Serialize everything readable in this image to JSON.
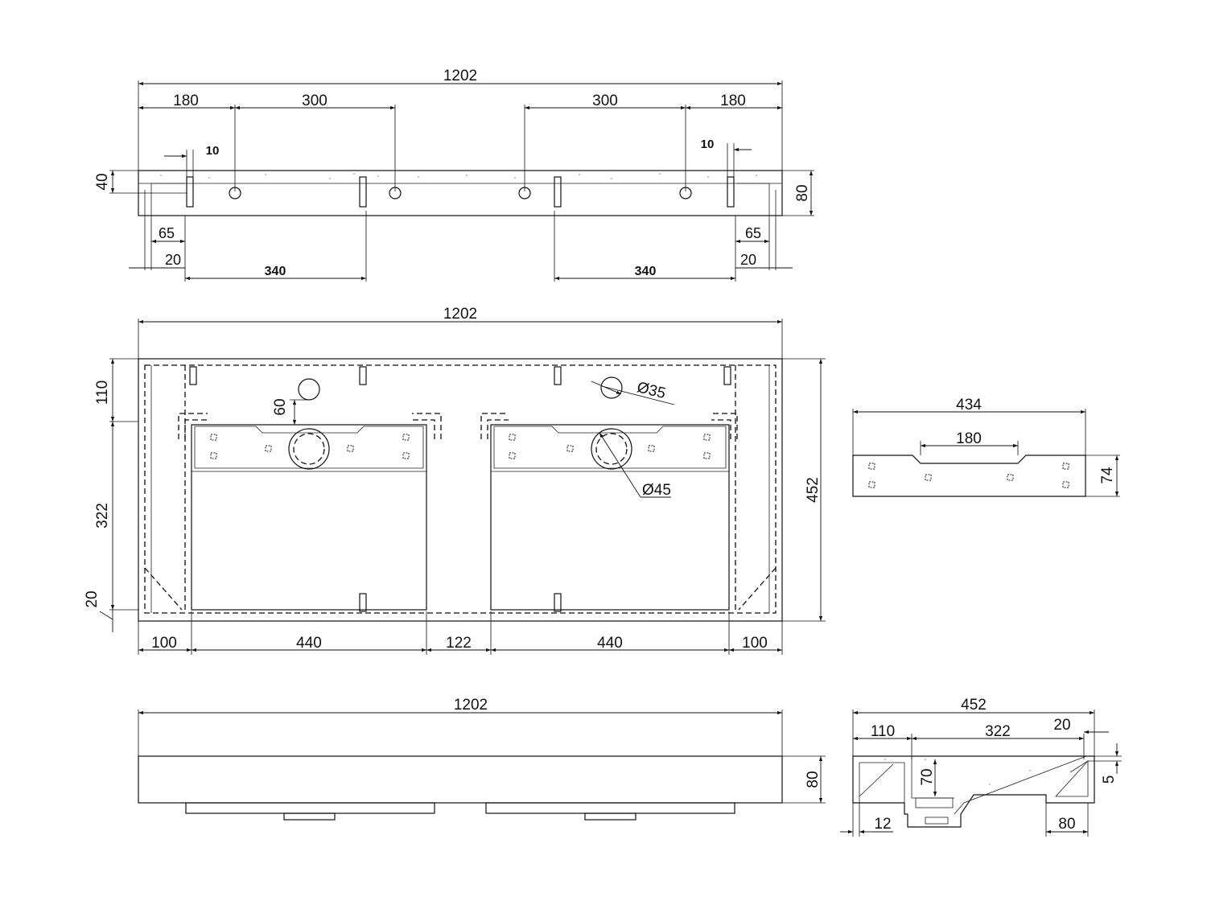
{
  "top_view": {
    "overall": "1202",
    "seg_180_left": "180",
    "seg_300_left": "300",
    "seg_300_right": "300",
    "seg_180_right": "180",
    "slot_left": "10",
    "slot_right": "10",
    "height_left": "40",
    "height_right": "80",
    "off65_left": "65",
    "off20_left": "20",
    "span340_left": "340",
    "off65_right": "65",
    "off20_right": "20",
    "span340_right": "340"
  },
  "plan_view": {
    "overall": "1202",
    "depth": "452",
    "back": "110",
    "basin_depth": "322",
    "front": "20",
    "tap_offset": "60",
    "tap_diameter": "Ø35",
    "drain_diameter": "Ø45",
    "w_left": "100",
    "basin_left": "440",
    "middle": "122",
    "basin_right": "440",
    "w_right": "100"
  },
  "bracket_view": {
    "width": "434",
    "inner": "180",
    "height": "74"
  },
  "front_view": {
    "overall": "1202",
    "height": "80"
  },
  "section_view": {
    "overall": "452",
    "back": "110",
    "basin": "322",
    "front": "20",
    "wall": "70",
    "lip": "5",
    "rib": "12",
    "foot": "80"
  }
}
